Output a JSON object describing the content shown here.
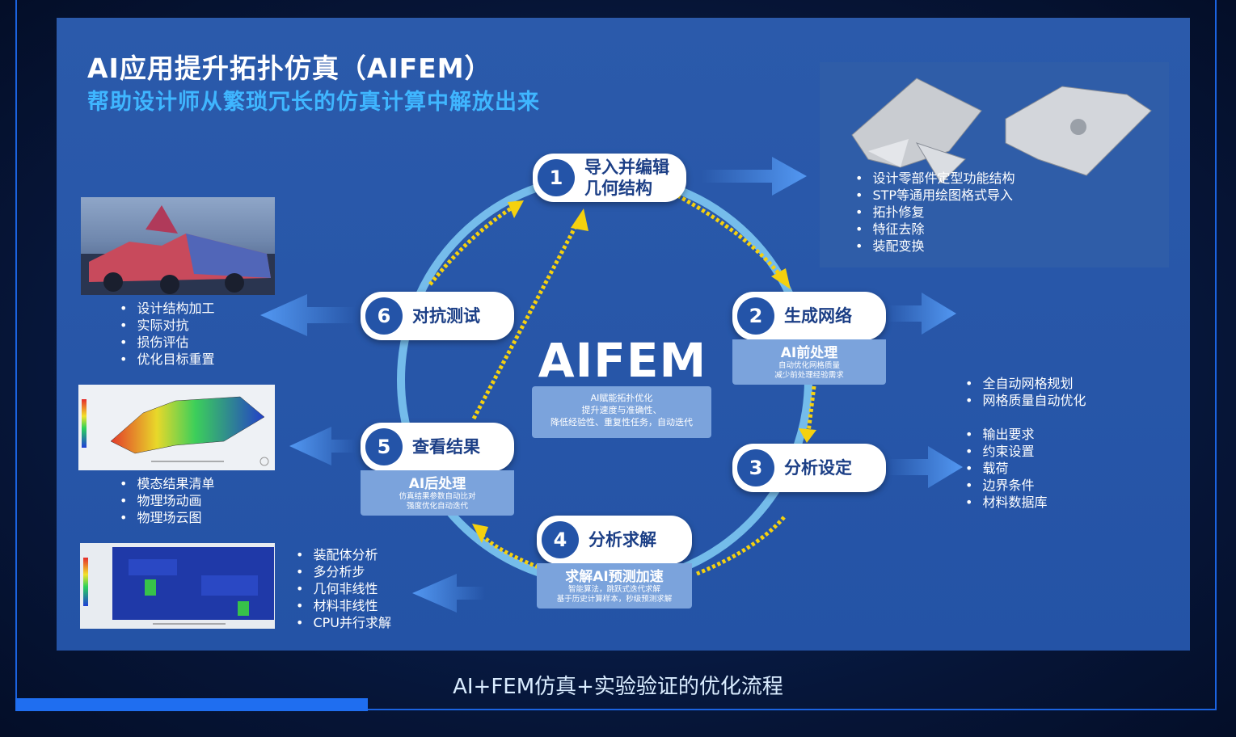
{
  "header": {
    "title": "AI应用提升拓扑仿真（AIFEM）",
    "subtitle": "帮助设计师从繁琐冗长的仿真计算中解放出来"
  },
  "center": {
    "title": "AIFEM",
    "desc_lines": [
      "AI赋能拓扑优化",
      "提升速度与准确性、",
      "降低经验性、重复性任务，自动迭代"
    ]
  },
  "steps": [
    {
      "num": "1",
      "label_lines": [
        "导入并编辑",
        "几何结构"
      ]
    },
    {
      "num": "2",
      "label": "生成网络",
      "sub_title": "AI前处理",
      "sub_lines": [
        "自动优化网格质量",
        "减少前处理经验需求"
      ]
    },
    {
      "num": "3",
      "label": "分析设定"
    },
    {
      "num": "4",
      "label": "分析求解",
      "sub_title": "求解AI预测加速",
      "sub_lines": [
        "智能算法，跳跃式迭代求解",
        "基于历史计算样本，秒级预测求解"
      ]
    },
    {
      "num": "5",
      "label": "查看结果",
      "sub_title": "AI后处理",
      "sub_lines": [
        "仿真结果参数自动比对",
        "强度优化自动迭代"
      ]
    },
    {
      "num": "6",
      "label": "对抗测试"
    }
  ],
  "lists": {
    "import": [
      "设计零部件定型功能结构",
      "STP等通用绘图格式导入",
      "拓扑修复",
      "特征去除",
      "装配变换"
    ],
    "mesh": [
      "全自动网格规划",
      "网格质量自动优化"
    ],
    "setup": [
      "输出要求",
      "约束设置",
      "载荷",
      "边界条件",
      "材料数据库"
    ],
    "solve": [
      "装配体分析",
      "多分析步",
      "几何非线性",
      "材料非线性",
      "CPU并行求解"
    ],
    "results": [
      "模态结果清单",
      "物理场动画",
      "物理场云图"
    ],
    "test": [
      "设计结构加工",
      "实际对抗",
      "损伤评估",
      "优化目标重置"
    ]
  },
  "footer": {
    "caption": "AI+FEM仿真+实验验证的优化流程"
  },
  "colors": {
    "panel": "#2857a8",
    "accent_blue": "#3fb6ff",
    "arrow_yellow": "#f5d10f",
    "sub_box": "#7ba3dc",
    "ring": "#7dc8f2"
  }
}
